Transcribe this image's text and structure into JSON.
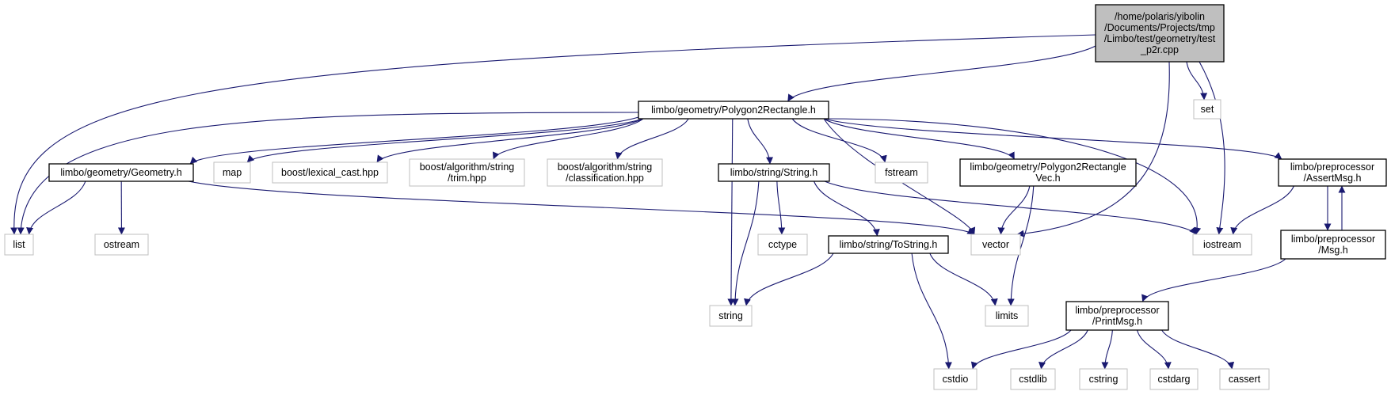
{
  "diagram": {
    "type": "include-dependency-graph",
    "colors": {
      "edge": "#191970",
      "root_fill": "#bfbfbf",
      "local_border": "#000000",
      "std_border": "#bfbfbf",
      "background": "#ffffff"
    },
    "nodes": [
      {
        "id": "root",
        "kind": "root",
        "lines": [
          "/home/polaris/yibolin",
          "/Documents/Projects/tmp",
          "/Limbo/test/geometry/test",
          "_p2r.cpp"
        ]
      },
      {
        "id": "p2r",
        "kind": "local",
        "lines": [
          "limbo/geometry/Polygon2Rectangle.h"
        ]
      },
      {
        "id": "set",
        "kind": "std",
        "lines": [
          "set"
        ]
      },
      {
        "id": "geometry",
        "kind": "local",
        "lines": [
          "limbo/geometry/Geometry.h"
        ]
      },
      {
        "id": "map",
        "kind": "std",
        "lines": [
          "map"
        ]
      },
      {
        "id": "lexical",
        "kind": "std",
        "lines": [
          "boost/lexical_cast.hpp"
        ]
      },
      {
        "id": "trim",
        "kind": "std",
        "lines": [
          "boost/algorithm/string",
          "/trim.hpp"
        ]
      },
      {
        "id": "classif",
        "kind": "std",
        "lines": [
          "boost/algorithm/string",
          "/classification.hpp"
        ]
      },
      {
        "id": "strh",
        "kind": "local",
        "lines": [
          "limbo/string/String.h"
        ]
      },
      {
        "id": "fstream",
        "kind": "std",
        "lines": [
          "fstream"
        ]
      },
      {
        "id": "p2rvec",
        "kind": "local",
        "lines": [
          "limbo/geometry/Polygon2Rectangle",
          "Vec.h"
        ]
      },
      {
        "id": "assertmsg",
        "kind": "local",
        "lines": [
          "limbo/preprocessor",
          "/AssertMsg.h"
        ]
      },
      {
        "id": "list",
        "kind": "std",
        "lines": [
          "list"
        ]
      },
      {
        "id": "ostream",
        "kind": "std",
        "lines": [
          "ostream"
        ]
      },
      {
        "id": "cctype",
        "kind": "std",
        "lines": [
          "cctype"
        ]
      },
      {
        "id": "tostring",
        "kind": "local",
        "lines": [
          "limbo/string/ToString.h"
        ]
      },
      {
        "id": "vector",
        "kind": "std",
        "lines": [
          "vector"
        ]
      },
      {
        "id": "iostream",
        "kind": "std",
        "lines": [
          "iostream"
        ]
      },
      {
        "id": "msg",
        "kind": "local",
        "lines": [
          "limbo/preprocessor",
          "/Msg.h"
        ]
      },
      {
        "id": "string",
        "kind": "std",
        "lines": [
          "string"
        ]
      },
      {
        "id": "limits",
        "kind": "std",
        "lines": [
          "limits"
        ]
      },
      {
        "id": "printmsg",
        "kind": "local",
        "lines": [
          "limbo/preprocessor",
          "/PrintMsg.h"
        ]
      },
      {
        "id": "cstdio",
        "kind": "std",
        "lines": [
          "cstdio"
        ]
      },
      {
        "id": "cstdlib",
        "kind": "std",
        "lines": [
          "cstdlib"
        ]
      },
      {
        "id": "cstring",
        "kind": "std",
        "lines": [
          "cstring"
        ]
      },
      {
        "id": "cstdarg",
        "kind": "std",
        "lines": [
          "cstdarg"
        ]
      },
      {
        "id": "cassert",
        "kind": "std",
        "lines": [
          "cassert"
        ]
      }
    ],
    "edges": [
      {
        "from": "root",
        "to": "p2r"
      },
      {
        "from": "root",
        "to": "set"
      },
      {
        "from": "root",
        "to": "list"
      },
      {
        "from": "root",
        "to": "vector"
      },
      {
        "from": "root",
        "to": "iostream"
      },
      {
        "from": "p2r",
        "to": "list"
      },
      {
        "from": "p2r",
        "to": "geometry"
      },
      {
        "from": "p2r",
        "to": "map"
      },
      {
        "from": "p2r",
        "to": "lexical"
      },
      {
        "from": "p2r",
        "to": "trim"
      },
      {
        "from": "p2r",
        "to": "classif"
      },
      {
        "from": "p2r",
        "to": "strh"
      },
      {
        "from": "p2r",
        "to": "string"
      },
      {
        "from": "p2r",
        "to": "vector"
      },
      {
        "from": "p2r",
        "to": "fstream"
      },
      {
        "from": "p2r",
        "to": "p2rvec"
      },
      {
        "from": "p2r",
        "to": "assertmsg"
      },
      {
        "from": "p2r",
        "to": "iostream"
      },
      {
        "from": "geometry",
        "to": "list"
      },
      {
        "from": "geometry",
        "to": "ostream"
      },
      {
        "from": "geometry",
        "to": "vector"
      },
      {
        "from": "strh",
        "to": "string"
      },
      {
        "from": "strh",
        "to": "cctype"
      },
      {
        "from": "strh",
        "to": "tostring"
      },
      {
        "from": "strh",
        "to": "iostream"
      },
      {
        "from": "p2rvec",
        "to": "vector"
      },
      {
        "from": "p2rvec",
        "to": "limits"
      },
      {
        "from": "assertmsg",
        "to": "iostream"
      },
      {
        "from": "assertmsg",
        "to": "msg"
      },
      {
        "from": "msg",
        "to": "assertmsg"
      },
      {
        "from": "msg",
        "to": "printmsg"
      },
      {
        "from": "tostring",
        "to": "string"
      },
      {
        "from": "tostring",
        "to": "limits"
      },
      {
        "from": "tostring",
        "to": "cstdio"
      },
      {
        "from": "printmsg",
        "to": "cstdio"
      },
      {
        "from": "printmsg",
        "to": "cstdlib"
      },
      {
        "from": "printmsg",
        "to": "cstring"
      },
      {
        "from": "printmsg",
        "to": "cstdarg"
      },
      {
        "from": "printmsg",
        "to": "cassert"
      }
    ]
  }
}
